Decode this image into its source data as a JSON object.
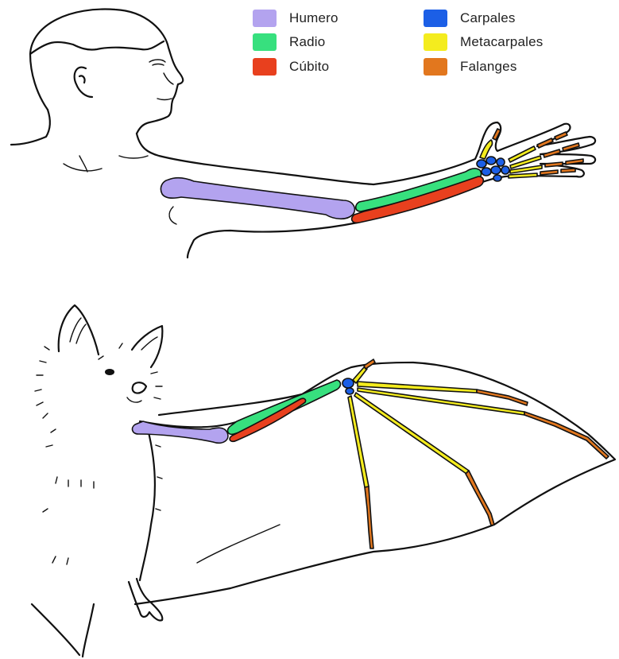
{
  "legend": [
    {
      "label": "Humero",
      "color": "#b3a3ef"
    },
    {
      "label": "Radio",
      "color": "#37e07e"
    },
    {
      "label": "Cúbito",
      "color": "#e8401e"
    },
    {
      "label": "Carpales",
      "color": "#1c5fe6"
    },
    {
      "label": "Metacarpales",
      "color": "#f4ec1e"
    },
    {
      "label": "Falanges",
      "color": "#e2771e"
    }
  ]
}
